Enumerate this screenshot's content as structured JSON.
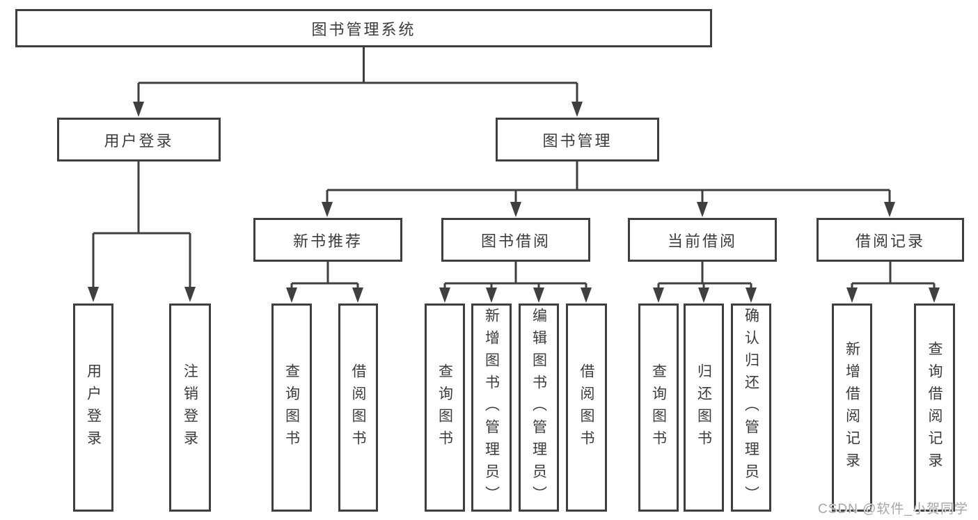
{
  "tree": {
    "root": "图书管理系统",
    "branches": [
      {
        "label": "用户登录",
        "children": [
          "用户登录",
          "注销登录"
        ]
      },
      {
        "label": "图书管理",
        "groups": [
          {
            "label": "新书推荐",
            "children": [
              "查询图书",
              "借阅图书"
            ]
          },
          {
            "label": "图书借阅",
            "children": [
              "查询图书",
              "新增图书（管理员）",
              "编辑图书（管理员）",
              "借阅图书"
            ]
          },
          {
            "label": "当前借阅",
            "children": [
              "查询图书",
              "归还图书",
              "确认归还（管理员）"
            ]
          },
          {
            "label": "借阅记录",
            "children": [
              "新增借阅记录",
              "查询借阅记录"
            ]
          }
        ]
      }
    ]
  },
  "watermark": {
    "text": "CSDN @软件_小贺同学"
  },
  "colors": {
    "line": "#3f3f3f",
    "text": "#3c3c3c",
    "watermark": "#a3a6aa",
    "background": "#ffffff"
  }
}
